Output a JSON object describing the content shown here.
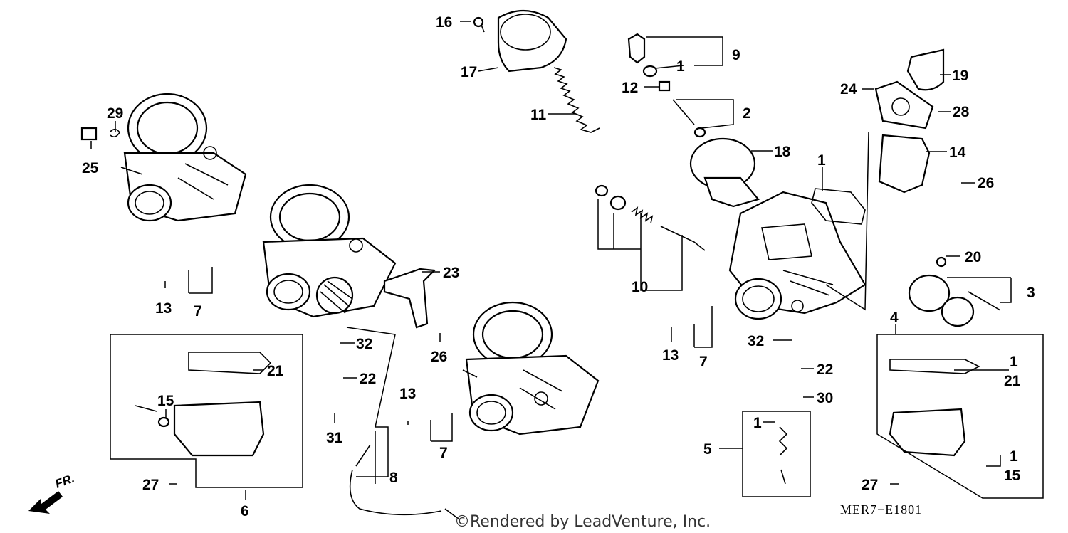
{
  "diagram": {
    "callouts": [
      {
        "id": "c1",
        "text": "16"
      },
      {
        "id": "c2",
        "text": "17"
      },
      {
        "id": "c3",
        "text": "11"
      },
      {
        "id": "c4",
        "text": "9"
      },
      {
        "id": "c5",
        "text": "1"
      },
      {
        "id": "c6",
        "text": "12"
      },
      {
        "id": "c7",
        "text": "2"
      },
      {
        "id": "c8",
        "text": "18"
      },
      {
        "id": "c9",
        "text": "1"
      },
      {
        "id": "c10",
        "text": "19"
      },
      {
        "id": "c11",
        "text": "24"
      },
      {
        "id": "c12",
        "text": "28"
      },
      {
        "id": "c13",
        "text": "14"
      },
      {
        "id": "c14",
        "text": "26"
      },
      {
        "id": "c15",
        "text": "29"
      },
      {
        "id": "c16",
        "text": "25"
      },
      {
        "id": "c17",
        "text": "13"
      },
      {
        "id": "c18",
        "text": "7"
      },
      {
        "id": "c19",
        "text": "23"
      },
      {
        "id": "c20",
        "text": "26"
      },
      {
        "id": "c21",
        "text": "32"
      },
      {
        "id": "c22",
        "text": "22"
      },
      {
        "id": "c23",
        "text": "31"
      },
      {
        "id": "c24",
        "text": "21"
      },
      {
        "id": "c25",
        "text": "15"
      },
      {
        "id": "c26",
        "text": "27"
      },
      {
        "id": "c27",
        "text": "6"
      },
      {
        "id": "c28",
        "text": "8"
      },
      {
        "id": "c29",
        "text": "13"
      },
      {
        "id": "c30",
        "text": "7"
      },
      {
        "id": "c31",
        "text": "10"
      },
      {
        "id": "c32",
        "text": "13"
      },
      {
        "id": "c33",
        "text": "7"
      },
      {
        "id": "c34",
        "text": "32"
      },
      {
        "id": "c35",
        "text": "22"
      },
      {
        "id": "c36",
        "text": "30"
      },
      {
        "id": "c37",
        "text": "1"
      },
      {
        "id": "c38",
        "text": "5"
      },
      {
        "id": "c39",
        "text": "20"
      },
      {
        "id": "c40",
        "text": "3"
      },
      {
        "id": "c41",
        "text": "4"
      },
      {
        "id": "c42",
        "text": "1"
      },
      {
        "id": "c43",
        "text": "21"
      },
      {
        "id": "c44",
        "text": "1"
      },
      {
        "id": "c45",
        "text": "15"
      },
      {
        "id": "c46",
        "text": "27"
      }
    ],
    "direction_label": "FR.",
    "diagram_code": "MER7−E1801",
    "watermark": "©Rendered by LeadVenture, Inc."
  }
}
